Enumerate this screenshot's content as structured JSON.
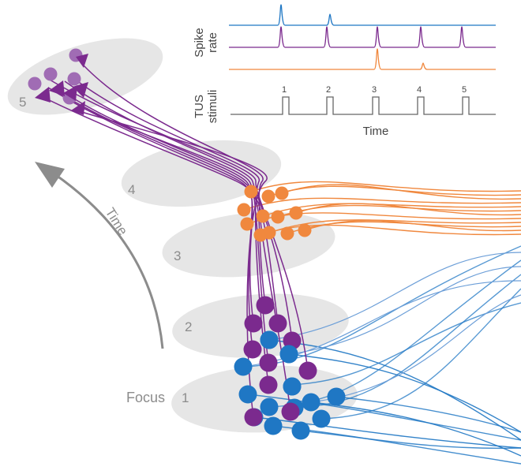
{
  "diagram": {
    "layers": [
      {
        "id": "1",
        "label": "1"
      },
      {
        "id": "2",
        "label": "2"
      },
      {
        "id": "3",
        "label": "3"
      },
      {
        "id": "4",
        "label": "4"
      },
      {
        "id": "5",
        "label": "5"
      }
    ],
    "focus_label": "Focus",
    "time_arrow_label": "Time",
    "colors": {
      "blue": "#1f77c4",
      "purple": "#7b2a8e",
      "light_purple": "#a06cb4",
      "orange": "#f0883e",
      "ellipse": "#e6e6e6",
      "gray_text": "#8c8c8c",
      "stimulus_line": "#666666"
    }
  },
  "inset": {
    "spike_rate_label_line1": "Spike",
    "spike_rate_label_line2": "rate",
    "tus_label_line1": "TUS",
    "tus_label_line2": "stimuli",
    "x_label": "Time",
    "stimuli": [
      "1",
      "2",
      "3",
      "4",
      "5"
    ]
  }
}
